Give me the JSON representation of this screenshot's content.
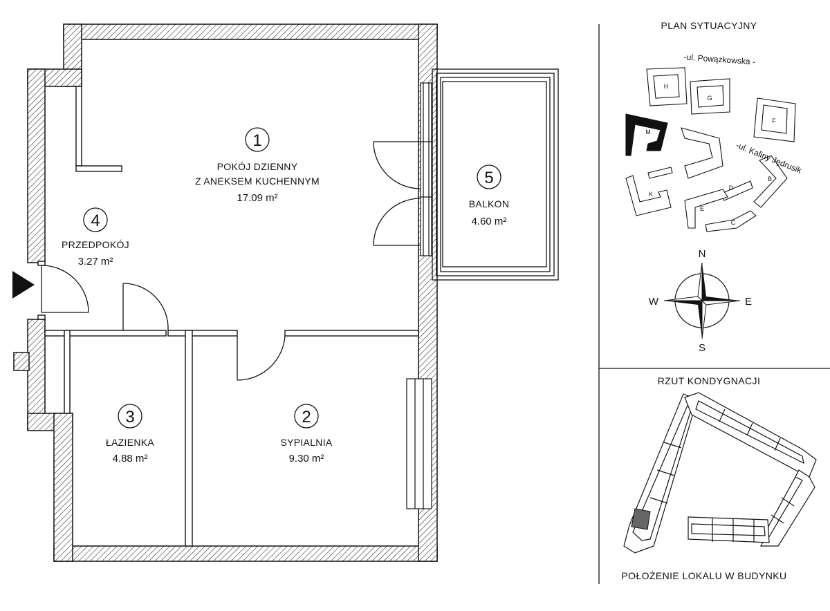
{
  "rooms": [
    {
      "number": "1",
      "name_line1": "POKÓJ DZIENNY",
      "name_line2": "Z ANEKSEM KUCHENNYM",
      "area": "17.09 m²"
    },
    {
      "number": "2",
      "name": "SYPIALNIA",
      "area": "9.30 m²"
    },
    {
      "number": "3",
      "name": "ŁAZIENKA",
      "area": "4.88 m²"
    },
    {
      "number": "4",
      "name": "PRZEDPOKÓJ",
      "area": "3.27 m²"
    },
    {
      "number": "5",
      "name": "BALKON",
      "area": "4.60 m²"
    }
  ],
  "site_plan": {
    "title": "PLAN SYTUACYJNY",
    "streets": [
      "-ul. Powązkowska -",
      "-ul. Kaliny Jędrusik"
    ],
    "blocks": [
      "H",
      "G",
      "F",
      "M",
      "B",
      "K",
      "D",
      "E",
      "C"
    ]
  },
  "compass": {
    "n": "N",
    "e": "E",
    "s": "S",
    "w": "W"
  },
  "floor_plan": {
    "title": "RZUT KONDYGNACJI",
    "caption": "POŁOŻENIE LOKALU W BUDYNKU"
  },
  "colors": {
    "ink": "#111111",
    "highlight": "#666666"
  },
  "icons": [
    "entrance-arrow-icon",
    "compass-rose-icon"
  ]
}
